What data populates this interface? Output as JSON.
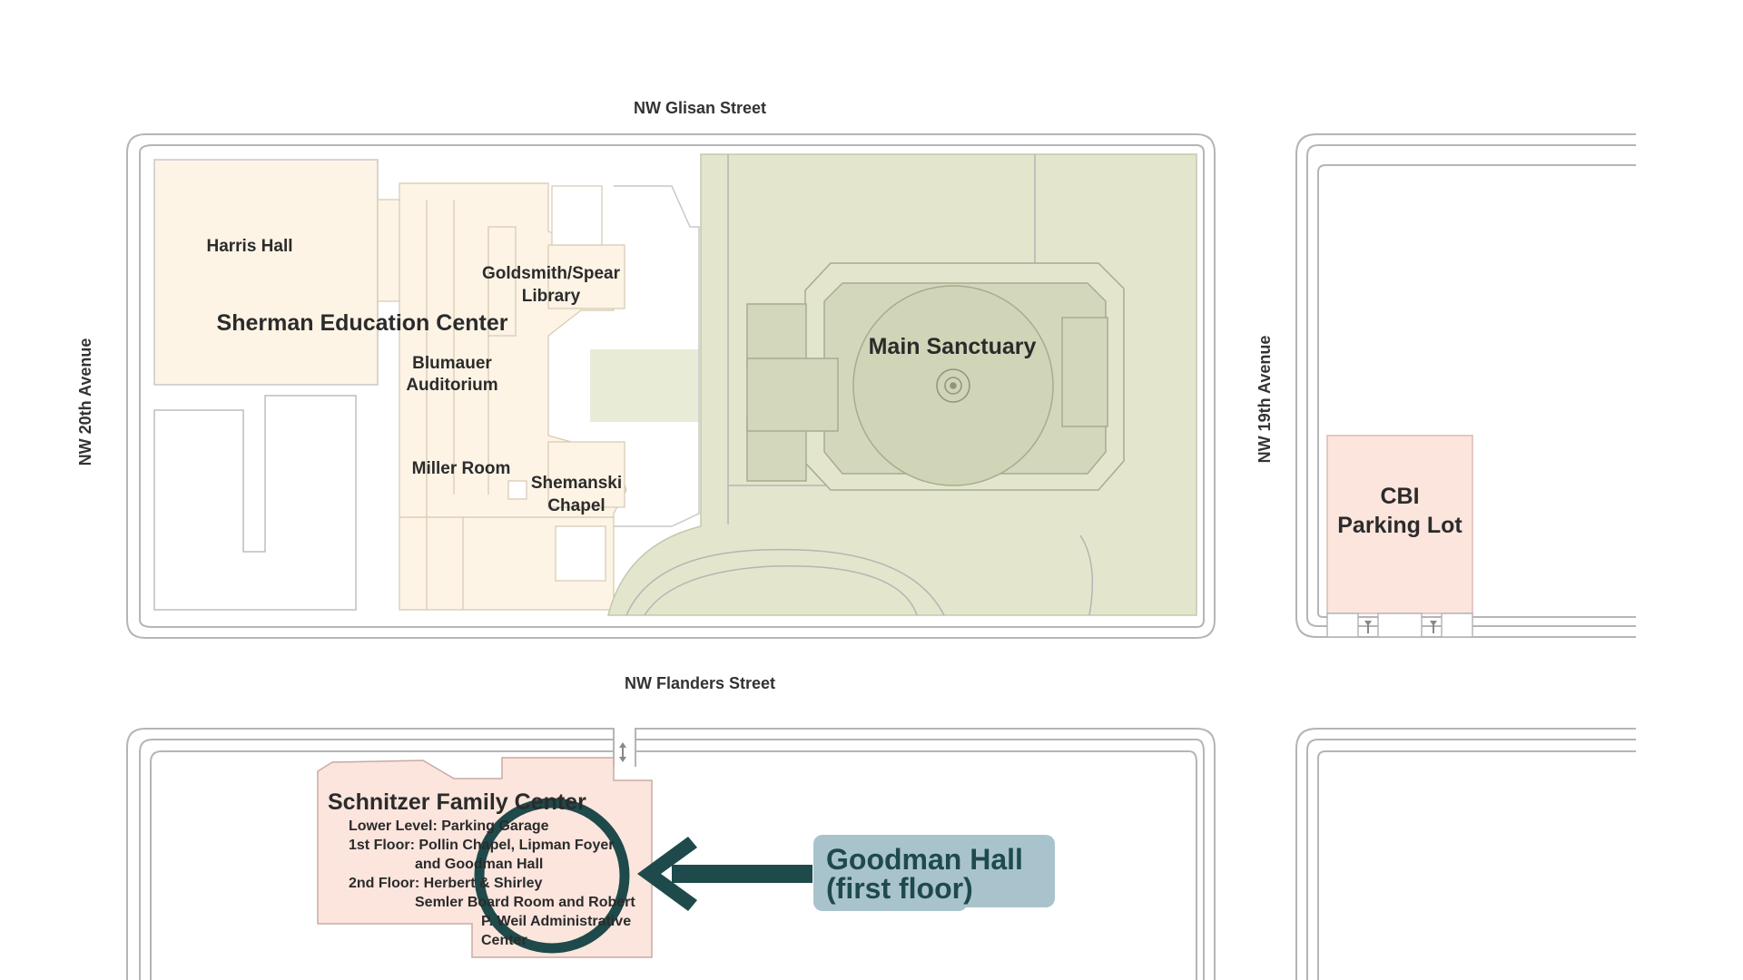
{
  "streets": {
    "north": "NW Glisan Street",
    "south": "NW Flanders Street",
    "west": "NW 20th Avenue",
    "east": "NW 19th Avenue"
  },
  "buildings": {
    "harris_hall": "Harris Hall",
    "sherman_center": "Sherman Education Center",
    "library_line1": "Goldsmith/Spear",
    "library_line2": "Library",
    "blumauer_line1": "Blumauer",
    "blumauer_line2": "Auditorium",
    "miller_room": "Miller Room",
    "chapel_line1": "Shemanski",
    "chapel_line2": "Chapel",
    "main_sanctuary": "Main Sanctuary",
    "parking_line1": "CBI",
    "parking_line2": "Parking Lot"
  },
  "schnitzer": {
    "title": "Schnitzer Family Center",
    "lines": [
      "Lower Level: Parking Garage",
      "1st Floor: Pollin Chapel, Lipman Foyer",
      "and Goodman Hall",
      "2nd Floor: Herbert & Shirley",
      "Semler Board Room and Robert",
      "P. Weil Administrative",
      "Center"
    ]
  },
  "callout": {
    "line1": "Goodman Hall",
    "line2": "(first floor)"
  },
  "colors": {
    "education_fill": "#fdf4e6",
    "sanctuary_fill": "#e3e6cc",
    "sanctuary_inner": "#d3d8bc",
    "parking_fill": "#fbe5dd",
    "schnitzer_fill": "#fbe5dd",
    "callout_bg": "#a9c3cd",
    "accent": "#1e4a4b",
    "outline": "#b5b5b5"
  },
  "icons": {
    "arrow": "arrow-left-icon",
    "highlight": "circle-highlight-icon",
    "entrance": "arrow-up-icon",
    "rosette": "rosette-icon"
  }
}
